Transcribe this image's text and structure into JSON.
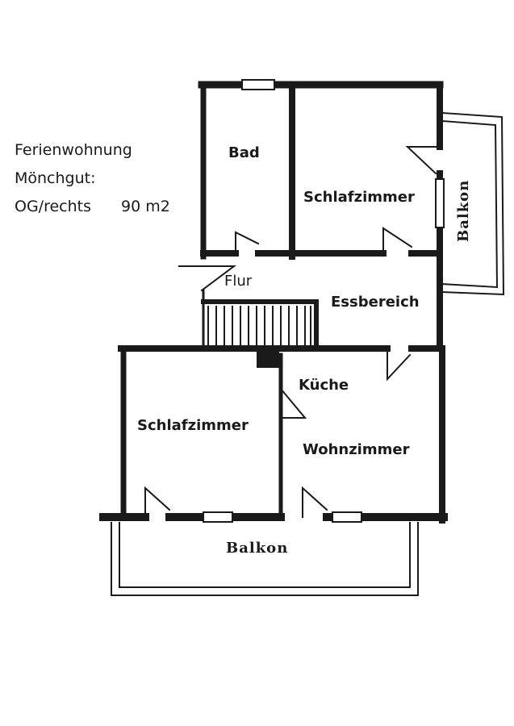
{
  "caption": {
    "line1": "Ferienwohnung",
    "line2": "Mönchgut:",
    "line3_unit": "OG/rechts",
    "line3_area": "90 m2"
  },
  "rooms": {
    "bad": "Bad",
    "schlafzimmer_top": "Schlafzimmer",
    "balkon_right": "Balkon",
    "flur": "Flur",
    "essbereich": "Essbereich",
    "kueche": "Küche",
    "schlafzimmer_bottom": "Schlafzimmer",
    "wohnzimmer": "Wohnzimmer",
    "balkon_bottom": "Balkon"
  },
  "colors": {
    "wall": "#1a1a1a",
    "line": "#1a1a1a"
  }
}
